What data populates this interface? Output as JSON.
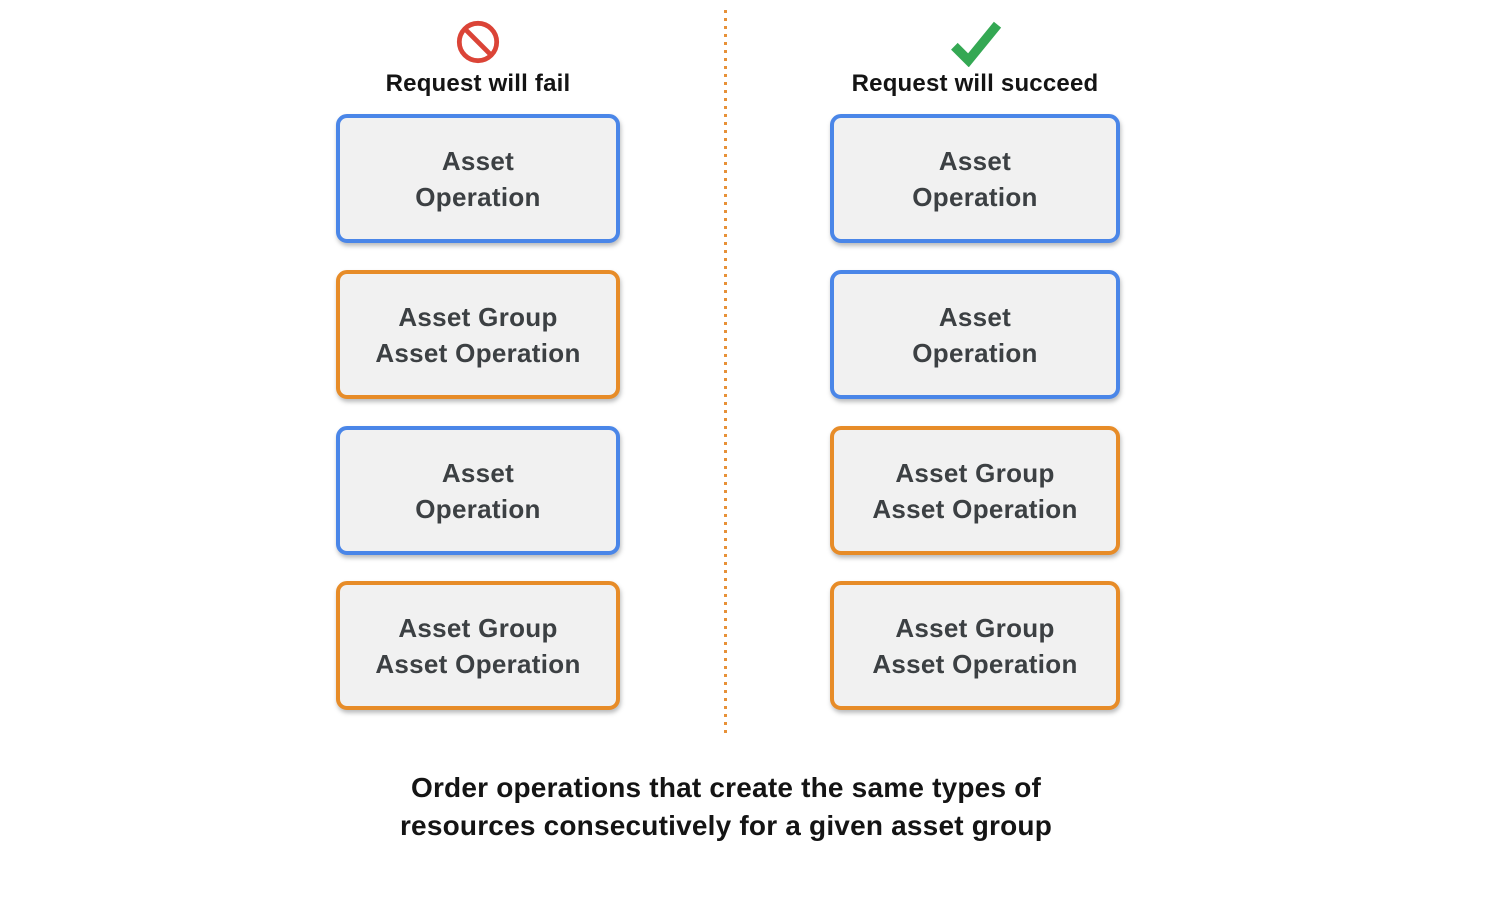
{
  "columns": {
    "fail": {
      "icon": "prohibited-icon",
      "title": "Request will fail",
      "boxes": [
        {
          "type": "asset-operation",
          "lines": [
            "Asset",
            "Operation"
          ]
        },
        {
          "type": "asset-group-asset-operation",
          "lines": [
            "Asset Group",
            "Asset Operation"
          ]
        },
        {
          "type": "asset-operation",
          "lines": [
            "Asset",
            "Operation"
          ]
        },
        {
          "type": "asset-group-asset-operation",
          "lines": [
            "Asset Group",
            "Asset Operation"
          ]
        }
      ]
    },
    "succeed": {
      "icon": "checkmark-icon",
      "title": "Request will succeed",
      "boxes": [
        {
          "type": "asset-operation",
          "lines": [
            "Asset",
            "Operation"
          ]
        },
        {
          "type": "asset-operation",
          "lines": [
            "Asset",
            "Operation"
          ]
        },
        {
          "type": "asset-group-asset-operation",
          "lines": [
            "Asset Group",
            "Asset Operation"
          ]
        },
        {
          "type": "asset-group-asset-operation",
          "lines": [
            "Asset Group",
            "Asset Operation"
          ]
        }
      ]
    }
  },
  "caption": {
    "lines": [
      "Order operations that create the same types of",
      "resources consecutively for a given asset group"
    ]
  },
  "colors": {
    "asset_operation_border": "#4a86e8",
    "asset_group_border": "#e78c28",
    "fail_icon": "#db4437",
    "succeed_icon": "#34a853",
    "divider": "#e79138",
    "box_background": "#f1f1f1",
    "box_text": "#3c4043"
  }
}
